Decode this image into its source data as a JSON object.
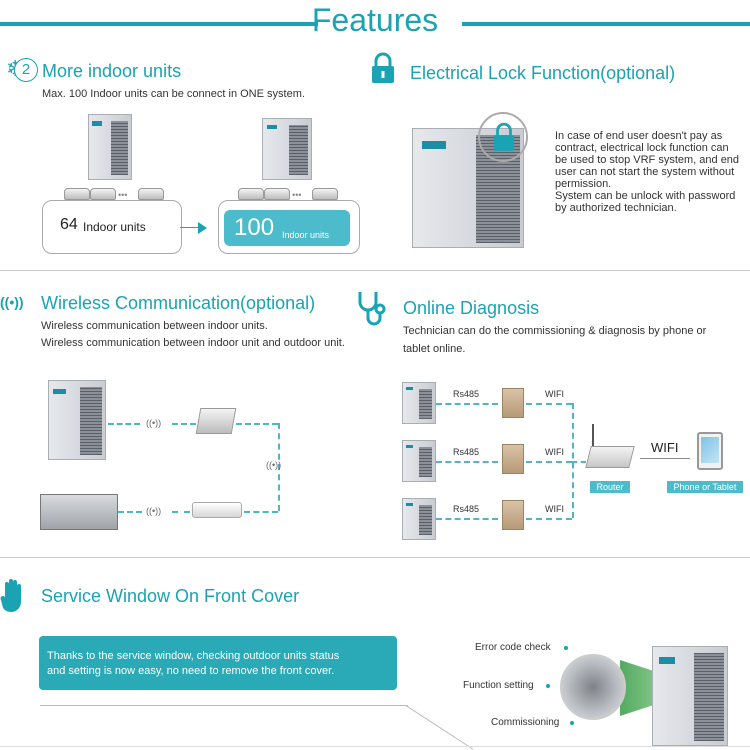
{
  "header": {
    "title": "Features"
  },
  "more_units": {
    "badge": "2",
    "title": "More indoor units",
    "desc": "Max. 100 Indoor units can be connect in ONE system.",
    "left_num": "64",
    "left_label": "Indoor units",
    "right_num": "100",
    "right_label": "Indoor units",
    "dots": "•••"
  },
  "lock": {
    "title": "Electrical Lock Function(optional)",
    "lines": [
      "In case of end user doesn't pay as",
      "contract, electrical lock function can",
      "be used to stop VRF system, and end",
      "user can not start the system without",
      "permission.",
      "System can be unlock with password",
      "by authorized technician."
    ]
  },
  "wireless": {
    "icon_text": "((•))",
    "title": "Wireless Communication(optional)",
    "line1": "Wireless communication between indoor units.",
    "line2": "Wireless communication between indoor unit and outdoor unit.",
    "signal": "((•))"
  },
  "diagnosis": {
    "title": "Online Diagnosis",
    "line1": "Technician can do the commissioning & diagnosis by phone or",
    "line2": "tablet online.",
    "rs485": "Rs485",
    "wifi": "WIFI",
    "wifi_big": "WIFI",
    "router": "Router",
    "phone": "Phone or Tablet"
  },
  "service": {
    "title": "Service Window On Front Cover",
    "line1": "Thanks to the service window, checking outdoor units status",
    "line2": "and setting is now easy, no need to remove the front cover.",
    "error": "Error code check",
    "function": "Function setting",
    "commissioning": "Commissioning"
  },
  "colors": {
    "accent": "#1aa3b3",
    "box": "#4cbccc"
  }
}
